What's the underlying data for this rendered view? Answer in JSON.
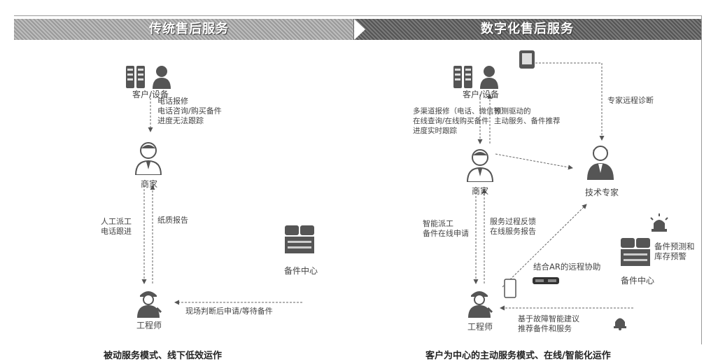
{
  "header": {
    "left_title": "传统售后服务",
    "right_title": "数字化售后服务"
  },
  "left": {
    "customer_label": "客户/设备",
    "customer_to_dealer": "电话报修\n电话咨询/购买备件\n进度无法跟踪",
    "dealer_label": "商家",
    "dealer_to_engineer": "人工派工\n电话跟进",
    "engineer_to_dealer": "纸质报告",
    "parts_label": "备件中心",
    "engineer_to_parts": "现场判断后申请/等待备件",
    "engineer_label": "工程师",
    "footer": "被动服务模式、线下低效运作"
  },
  "right": {
    "customer_label": "客户/设备",
    "customer_to_dealer": "多渠道报修（电话、微信等）\n在线查询/在线购买备件\n进度实时跟踪",
    "dealer_to_customer": "预测驱动的\n主动服务、备件推荐",
    "expert_remote": "专家远程诊断",
    "expert_label": "技术专家",
    "dealer_label": "商家",
    "dealer_to_engineer": "智能派工\n备件在线申请",
    "engineer_to_dealer": "服务过程反馈\n在线服务报告",
    "ar_label": "结合AR的远程协助",
    "parts_label": "备件中心",
    "parts_note": "备件预测和\n库存预警",
    "engineer_to_parts": "基于故障智能建议\n推荐备件和服务",
    "engineer_label": "工程师",
    "footer": "客户为中心的主动服务模式、在线/智能化运作"
  }
}
